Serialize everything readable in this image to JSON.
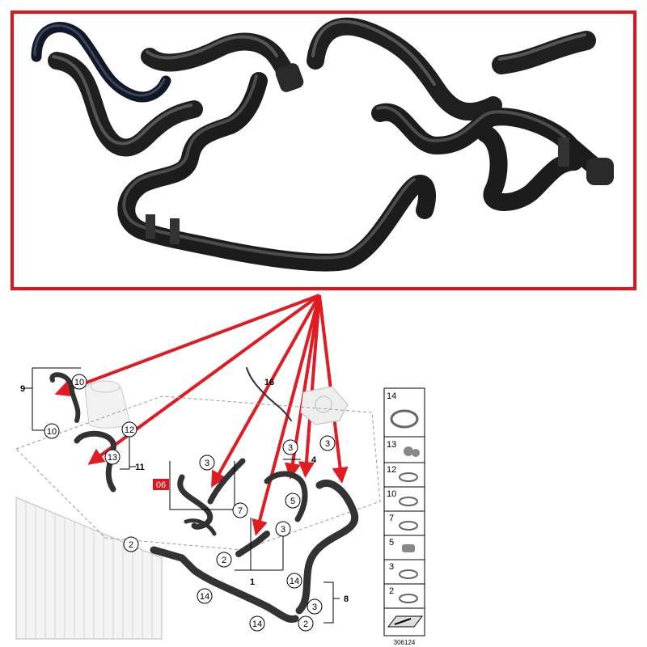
{
  "colors": {
    "frame": "#d9171d",
    "arrow": "#e01b22",
    "hose": "#1c1c1c",
    "hose_hi": "#4a4a4a",
    "badge": "#d9171d"
  },
  "diagram_number": "306124",
  "highlight_badge": "06",
  "callouts": [
    "9",
    "10",
    "10",
    "12",
    "13",
    "11",
    "16",
    "3",
    "4",
    "3",
    "3",
    "7",
    "5",
    "3",
    "2",
    "1",
    "2",
    "14",
    "14",
    "3",
    "2",
    "8"
  ],
  "legend_items": [
    {
      "num": "14",
      "icon": "band-clamp-icon"
    },
    {
      "num": "13",
      "icon": "double-clip-icon"
    },
    {
      "num": "12",
      "icon": "spring-clamp-icon"
    },
    {
      "num": "10",
      "icon": "spring-clamp-icon"
    },
    {
      "num": "7",
      "icon": "spring-clamp-icon"
    },
    {
      "num": "5",
      "icon": "quick-connector-icon"
    },
    {
      "num": "3",
      "icon": "spring-clamp-icon"
    },
    {
      "num": "2",
      "icon": "spring-clamp-icon"
    },
    {
      "num": "",
      "icon": "screw-icon"
    }
  ]
}
